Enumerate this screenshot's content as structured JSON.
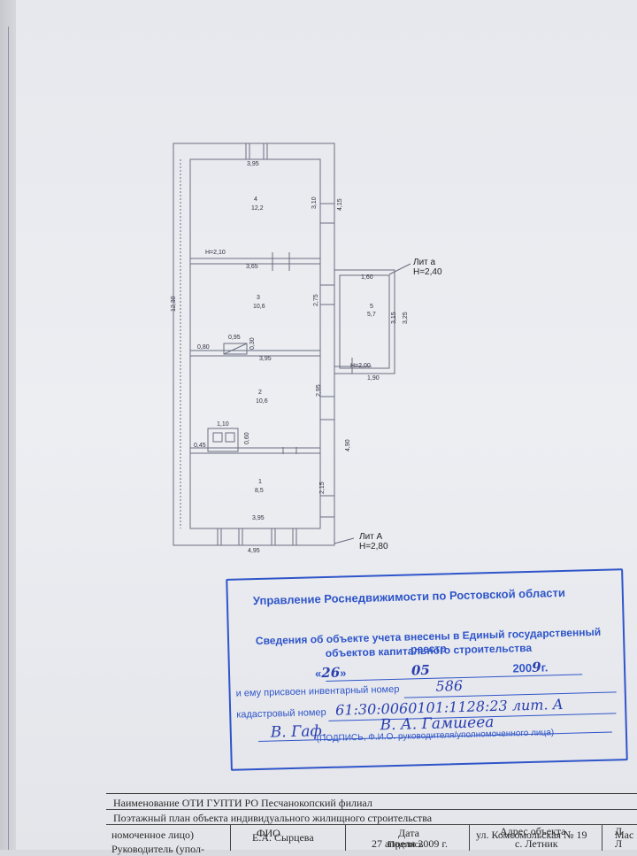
{
  "plan": {
    "overall_length": "12,30",
    "overall_width": "4,95",
    "rooms": [
      {
        "number": "4",
        "area": "12,2"
      },
      {
        "number": "3",
        "area": "10,6"
      },
      {
        "number": "2",
        "area": "10,6"
      },
      {
        "number": "1",
        "area": "8,5"
      },
      {
        "number": "5",
        "area": "5,7"
      }
    ],
    "dims": {
      "r4_top": "3,95",
      "r4_side": "3,10",
      "r4_outer": "4,15",
      "r4_h": "H=2,10",
      "r3_top": "3,65",
      "r3_side": "2,75",
      "stove_top": "0,95",
      "stove_left": "0,80",
      "stove_side": "0,30",
      "r2_top": "3,95",
      "r2_side": "2,95",
      "stove2_top": "1,10",
      "stove2_left": "0,45",
      "stove2_side": "0,60",
      "r1_side": "2,15",
      "r1_bottom": "3,95",
      "outer_right": "4,90",
      "r5_top": "1,60",
      "r5_side": "3,15",
      "r5_outer": "3,25",
      "r5_bottom": "1,90",
      "r5_h": "H=2,00"
    },
    "lit_a": {
      "title": "Лит а",
      "height": "H=2,40"
    },
    "lit_A": {
      "title": "Лит А",
      "height": "H=2,80"
    }
  },
  "stamp": {
    "title": "Управление Роснедвижимости по Ростовской области",
    "line1": "Сведения об объекте учета внесены в Единый государственный реестр",
    "line2": "объектов капитального строительства",
    "date_day": "26",
    "date_month": "05",
    "date_year_prefix": "200",
    "date_year_suffix": "9",
    "date_year_end": "г.",
    "inv_label": "и ему присвоен инвентарный номер",
    "inv_number": "586",
    "cad_label": "кадастровый номер",
    "cad_number": "61:30:0060101:1128:23 лит. А",
    "sig_left": "В. Гаф.",
    "sig_right": "В. А. Гамшееа",
    "sig_caption": "(ПОДПИСЬ, Ф.И.О. руководителя/уполномоченного лица)"
  },
  "title_block": {
    "org": "Наименование ОТИ ГУПТИ РО Песчанокопский филиал",
    "doc": "Поэтажный план объекта индивидуального жилищного строительства",
    "head_label_1": "Руководитель (упол-",
    "head_label_2": "номоченное лицо)",
    "fio_header": "ФИО",
    "fio_value": "Е.А. Сырцева",
    "date_header": "Дата",
    "date_value": "27 апреля 2009 г.",
    "address_header": "Адрес объекта",
    "address_line1": "с. Летник",
    "address_line2": "ул. Комсомольская № 19",
    "sign_label": "Подпись",
    "right_1": "Л",
    "right_2": "Л",
    "right_3": "Мас"
  }
}
